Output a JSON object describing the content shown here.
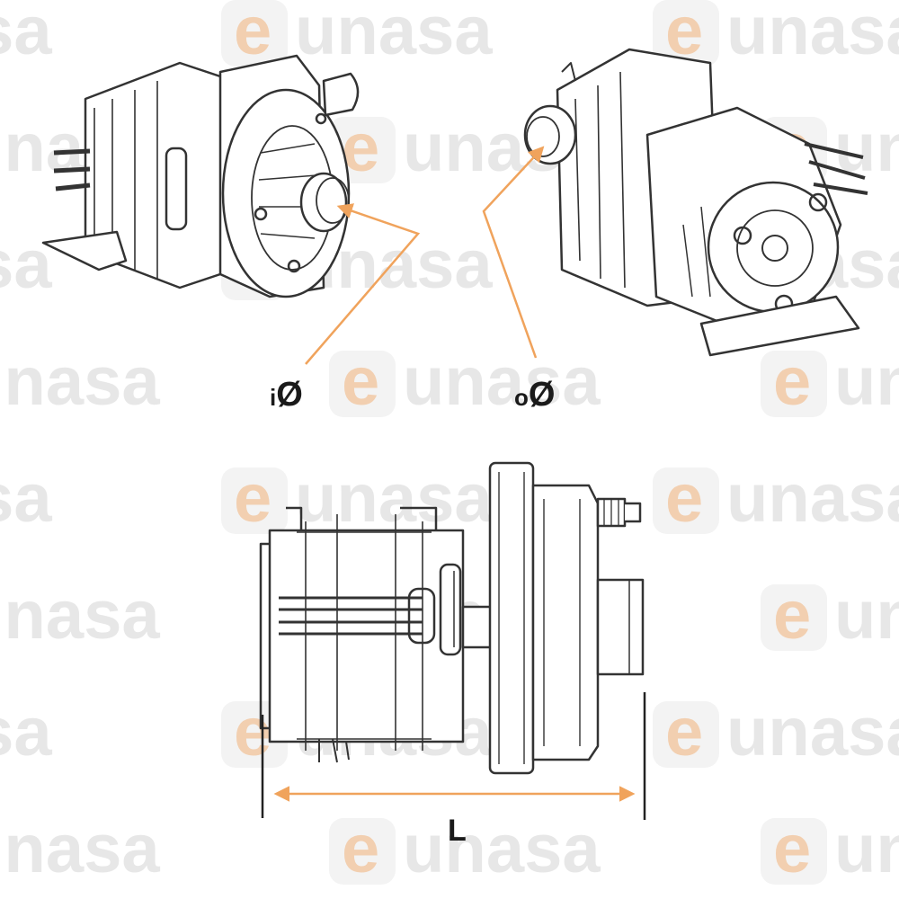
{
  "watermark": {
    "brand_initial": "e",
    "brand_rest": "unasa",
    "brand_color": "#f2b27a",
    "text_color": "#e2e2e2"
  },
  "labels": {
    "inlet_prefix": "i",
    "inlet_symbol": "Ø",
    "outlet_prefix": "o",
    "outlet_symbol": "Ø",
    "length": "L"
  },
  "colors": {
    "line": "#333333",
    "accent": "#f0a35c",
    "background": "#ffffff"
  }
}
